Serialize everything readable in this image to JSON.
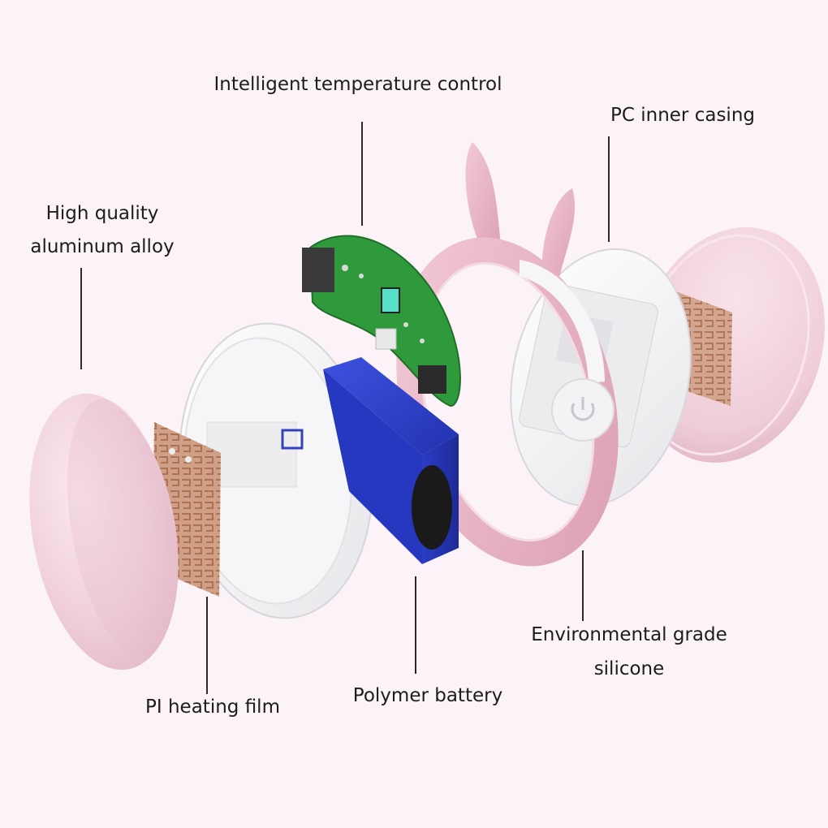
{
  "labels": {
    "temperature_control": "Intelligent temperature control",
    "inner_casing": "PC inner casing",
    "aluminum_line1": "High quality",
    "aluminum_line2": "aluminum alloy",
    "silicone_line1": "Environmental grade",
    "silicone_line2": "silicone",
    "heating_film": "PI heating film",
    "battery": "Polymer battery"
  },
  "colors": {
    "background": "#fbf3f7",
    "shell_pink": "#f1d3dd",
    "band_pink": "#e8b4c6",
    "casing_white": "#f4f4f6",
    "pcb_green": "#2f9a3c",
    "battery_blue": "#2a3cc2",
    "film_copper": "#c89272",
    "leader_line": "#2a2a2a"
  },
  "icons": [
    "power-icon"
  ]
}
